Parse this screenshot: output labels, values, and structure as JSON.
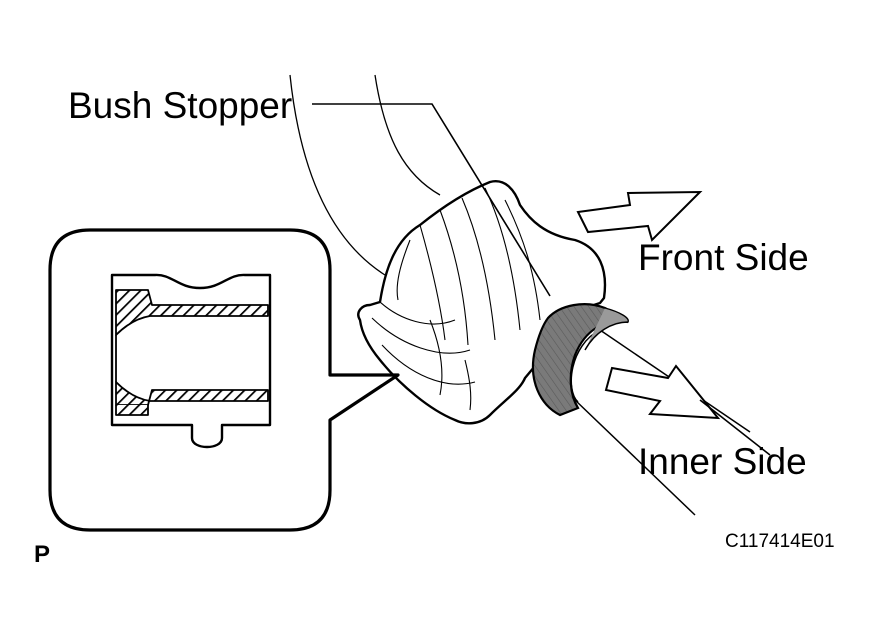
{
  "labels": {
    "bush_stopper": "Bush Stopper",
    "front_side": "Front Side",
    "inner_side": "Inner Side",
    "corner_mark": "P",
    "figure_code": "C117414E01"
  },
  "colors": {
    "line": "#000000",
    "stopper_fill": "#7a7a7a",
    "background": "#ffffff"
  }
}
